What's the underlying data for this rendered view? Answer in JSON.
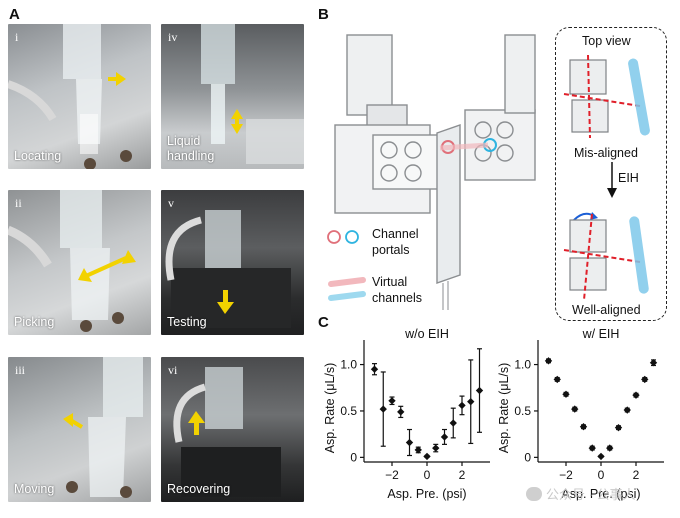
{
  "panelA": {
    "letter": "A",
    "photos": [
      {
        "num": "i",
        "caption": "Locating"
      },
      {
        "num": "iv",
        "caption": "Liquid\nhandling"
      },
      {
        "num": "ii",
        "caption": "Picking"
      },
      {
        "num": "v",
        "caption": "Testing"
      },
      {
        "num": "iii",
        "caption": "Moving"
      },
      {
        "num": "vi",
        "caption": "Recovering"
      }
    ]
  },
  "panelB": {
    "letter": "B",
    "top_view": "Top view",
    "mis_aligned": "Mis-aligned",
    "eih": "EIH",
    "well_aligned": "Well-aligned",
    "channel_portals": "Channel\nportals",
    "virtual_channels": "Virtual\nchannels",
    "colors": {
      "red": "#e0707a",
      "blue": "#2fb4e0",
      "alignment_line": "#e0202a"
    }
  },
  "panelC": {
    "letter": "C"
  },
  "chart_data": [
    {
      "type": "scatter",
      "title": "w/o EIH",
      "xlabel": "Asp. Pre. (psi)",
      "ylabel": "Asp. Rate (μL/s)",
      "xlim": [
        -3.6,
        3.6
      ],
      "ylim": [
        -0.05,
        1.2
      ],
      "xticks": [
        -2,
        0,
        2
      ],
      "yticks": [
        0,
        0.5,
        1.0
      ],
      "ytick_labels": [
        "0",
        "0.5",
        "1.0"
      ],
      "error_bars": true,
      "x": [
        -3.0,
        -2.5,
        -2.0,
        -1.5,
        -1.0,
        -0.5,
        0.0,
        0.5,
        1.0,
        1.5,
        2.0,
        2.5,
        3.0
      ],
      "y": [
        0.95,
        0.52,
        0.61,
        0.49,
        0.16,
        0.08,
        0.01,
        0.1,
        0.22,
        0.37,
        0.56,
        0.6,
        0.72
      ],
      "err": [
        0.06,
        0.4,
        0.04,
        0.06,
        0.14,
        0.03,
        0.01,
        0.04,
        0.08,
        0.16,
        0.1,
        0.45,
        0.45
      ]
    },
    {
      "type": "scatter",
      "title": "w/ EIH",
      "xlabel": "Asp. Pre. (psi)",
      "ylabel": "Asp. Rate (μL/s)",
      "xlim": [
        -3.6,
        3.6
      ],
      "ylim": [
        -0.05,
        1.2
      ],
      "xticks": [
        -2,
        0,
        2
      ],
      "yticks": [
        0,
        0.5,
        1.0
      ],
      "ytick_labels": [
        "0",
        "0.5",
        "1.0"
      ],
      "error_bars": true,
      "x": [
        -3.0,
        -2.5,
        -2.0,
        -1.5,
        -1.0,
        -0.5,
        0.0,
        0.5,
        1.0,
        1.5,
        2.0,
        2.5,
        3.0
      ],
      "y": [
        1.04,
        0.84,
        0.68,
        0.52,
        0.33,
        0.1,
        0.01,
        0.1,
        0.32,
        0.51,
        0.67,
        0.84,
        1.02
      ],
      "err": [
        0.02,
        0.02,
        0.02,
        0.02,
        0.02,
        0.02,
        0.01,
        0.02,
        0.02,
        0.02,
        0.02,
        0.02,
        0.03
      ]
    }
  ],
  "watermark": "公众号 · 公事人"
}
